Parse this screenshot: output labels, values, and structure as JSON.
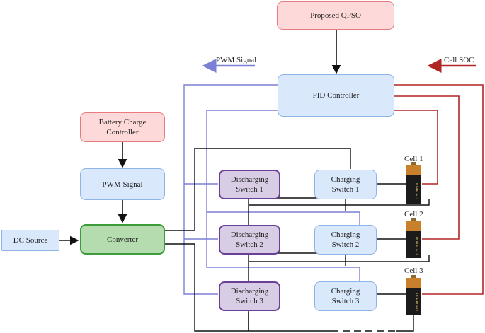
{
  "nodes": {
    "qpso": "Proposed QPSO",
    "pid": "PID Controller",
    "bcc_line1": "Battery Charge",
    "bcc_line2": "Controller",
    "pwm": "PWM Signal",
    "converter": "Converter",
    "dc_source": "DC Source",
    "dis1_line1": "Discharging",
    "dis1_line2": "Switch 1",
    "dis2_line1": "Discharging",
    "dis2_line2": "Switch 2",
    "dis3_line1": "Discharging",
    "dis3_line2": "Switch 3",
    "ch1_line1": "Charging",
    "ch1_line2": "Switch 1",
    "ch2_line1": "Charging",
    "ch2_line2": "Switch 2",
    "ch3_line1": "Charging",
    "ch3_line2": "Switch 3"
  },
  "cells": {
    "cell1": "Cell 1",
    "cell2": "Cell 2",
    "cell3": "Cell 3",
    "battery_text": "DURACELL"
  },
  "legend": {
    "pwm_signal": "PWM Signal",
    "cell_soc": "Cell SOC"
  },
  "colors": {
    "pwm_line": "#7b7fd6",
    "soc_line": "#b22525",
    "power_line": "#111111"
  }
}
